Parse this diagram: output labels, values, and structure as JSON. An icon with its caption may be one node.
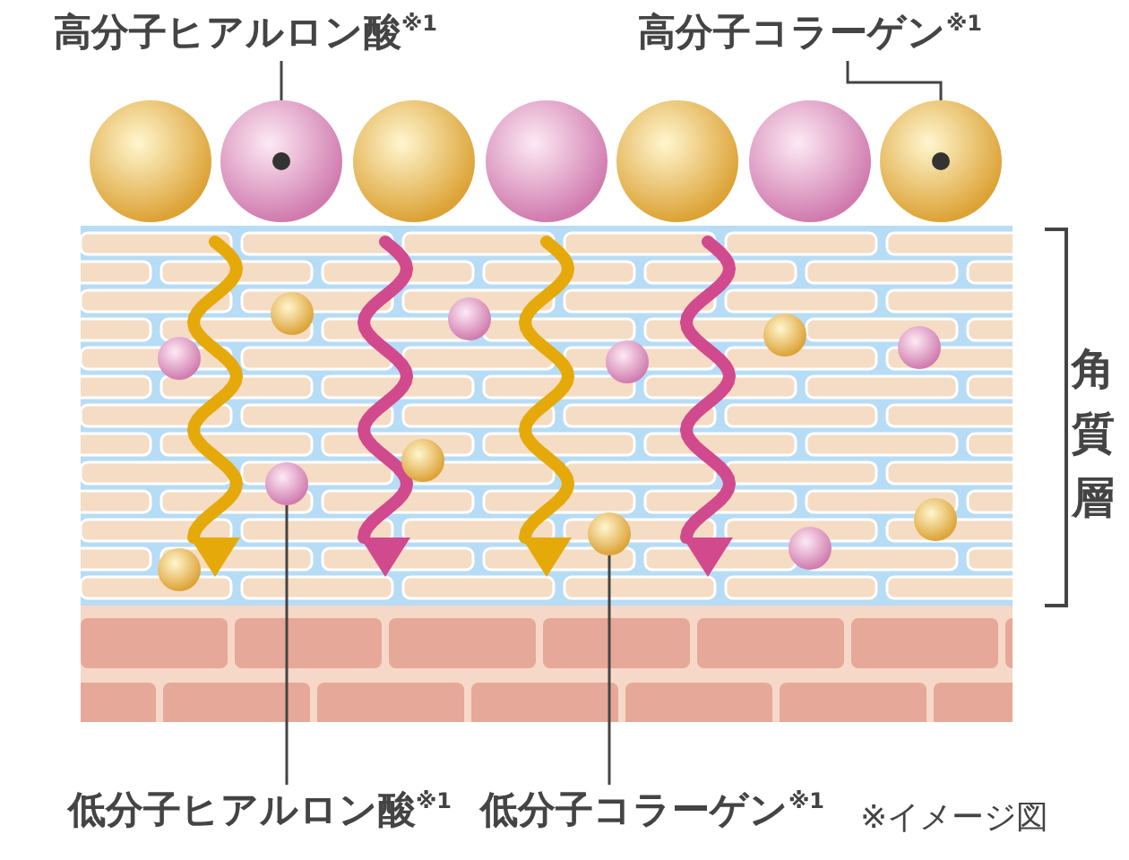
{
  "diagram": {
    "nodes": [
      {
        "text": [
          "高分子ヒアルロン酸$^{※1}$"
        ]
      },
      {
        "text": [],
        "shape": "circle"
      },
      {
        "text": [
          "高分子コラーゲン$^{※1}$"
        ]
      },
      {
        "text": [],
        "shape": "circle"
      },
      {
        "text": [
          "低分子ヒアルロン酸$^{※1}$"
        ]
      },
      {
        "text": [],
        "shape": "circle"
      },
      {
        "text": [
          "低分子コラーゲン$^{※1}$"
        ]
      },
      {
        "text": [],
        "shape": "circle"
      }
    ],
    "edges": [
      {
        "from": 0,
        "to": 1,
        "arrow": "none"
      },
      {
        "from": 2,
        "to": 3,
        "arrow": "none"
      },
      {
        "from": 4,
        "to": 5,
        "arrow": "none"
      },
      {
        "from": 6,
        "to": 7,
        "arrow": "none"
      }
    ],
    "labels": [
      "角質層",
      "※イメージ図"
    ]
  }
}
